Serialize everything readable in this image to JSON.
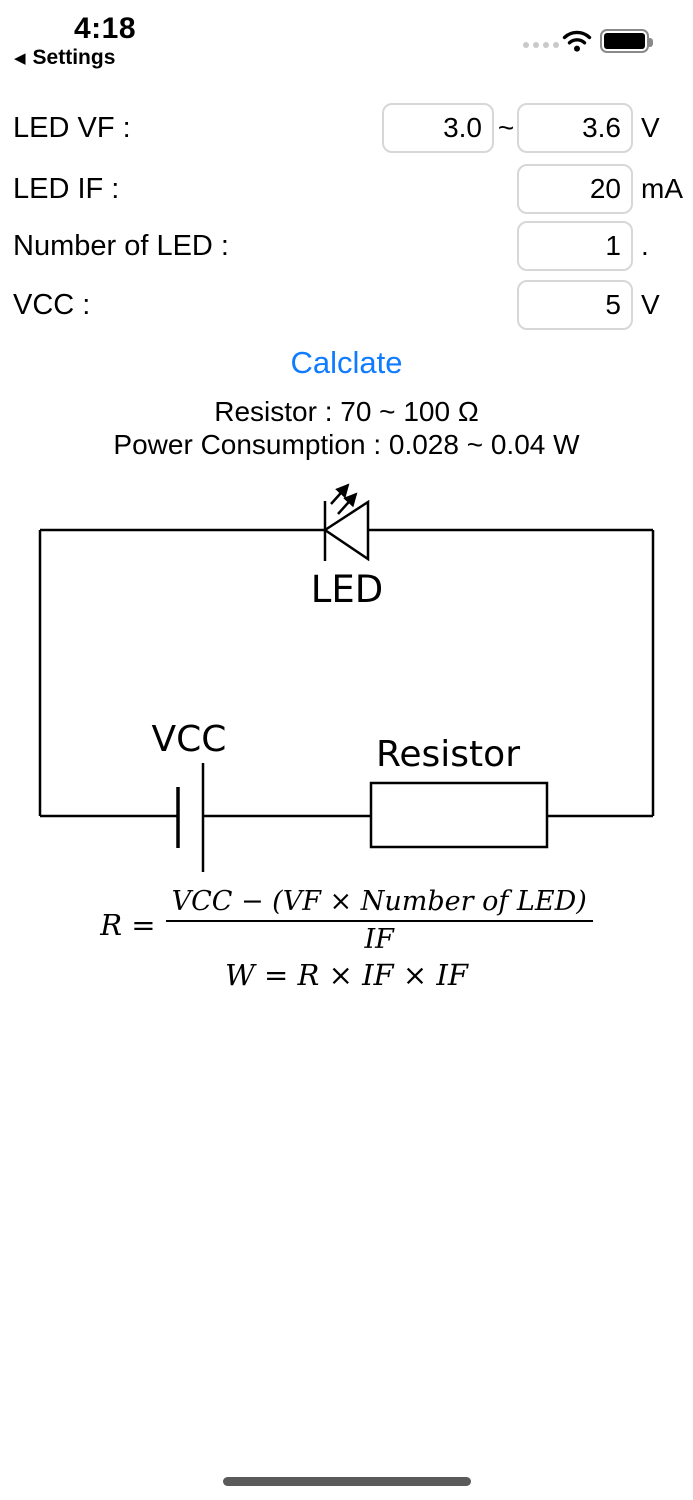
{
  "status_bar": {
    "time": "4:18",
    "back": {
      "chevron": "◀",
      "label": "Settings"
    }
  },
  "form": {
    "vf": {
      "label": "LED VF :",
      "min": "3.0",
      "max": "3.6",
      "tilde": "~",
      "unit": "V"
    },
    "if_": {
      "label": "LED IF :",
      "value": "20",
      "unit": "mA"
    },
    "num": {
      "label": "Number of LED :",
      "value": "1",
      "unit": "."
    },
    "vcc": {
      "label": "VCC :",
      "value": "5",
      "unit": "V"
    }
  },
  "calc_button_label": "Calclate",
  "results": {
    "resistor": "Resistor : 70 ~ 100 Ω",
    "power": "Power Consumption : 0.028 ~ 0.04 W"
  },
  "diagram": {
    "led_label": "LED",
    "vcc_label": "VCC",
    "resistor_label": "Resistor"
  },
  "formula": {
    "lhs": "R =",
    "numerator": "VCC − (VF × Number of LED)",
    "denominator": "IF",
    "line2": "W = R × IF × IF"
  },
  "colors": {
    "accent_blue": "#0f7bff",
    "input_border": "#d7d7d7",
    "home_indicator": "#5a5a5a"
  }
}
